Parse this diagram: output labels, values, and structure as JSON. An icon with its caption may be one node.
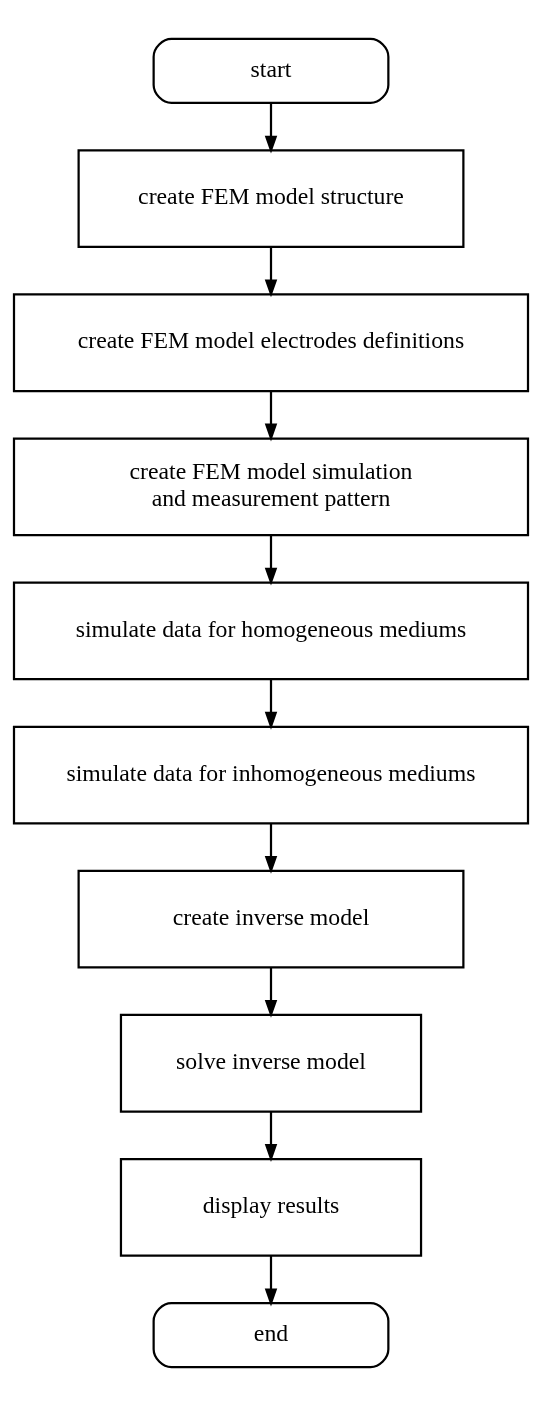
{
  "diagram": {
    "nodes": [
      {
        "text": [
          "start"
        ]
      },
      {
        "text": [
          "create FEM model structure"
        ]
      },
      {
        "text": [
          "create FEM model electrodes definitions"
        ]
      },
      {
        "text": [
          "create FEM model simulation and measurement pattern"
        ]
      },
      {
        "text": [
          "simulate data for homogeneous mediums"
        ]
      },
      {
        "text": [
          "simulate data for inhomogeneous mediums"
        ]
      },
      {
        "text": [
          "create inverse model"
        ]
      },
      {
        "text": [
          "solve inverse model"
        ]
      },
      {
        "text": [
          "display results"
        ]
      },
      {
        "text": [
          "end"
        ]
      }
    ],
    "edges": [
      {
        "from": 0,
        "to": 1,
        "arrow": "to"
      },
      {
        "from": 1,
        "to": 2,
        "arrow": "to"
      },
      {
        "from": 2,
        "to": 3,
        "arrow": "to"
      },
      {
        "from": 3,
        "to": 4,
        "arrow": "to"
      },
      {
        "from": 4,
        "to": 5,
        "arrow": "to"
      },
      {
        "from": 5,
        "to": 6,
        "arrow": "to"
      },
      {
        "from": 6,
        "to": 7,
        "arrow": "to"
      },
      {
        "from": 7,
        "to": 8,
        "arrow": "to"
      },
      {
        "from": 8,
        "to": 9,
        "arrow": "to"
      }
    ]
  }
}
